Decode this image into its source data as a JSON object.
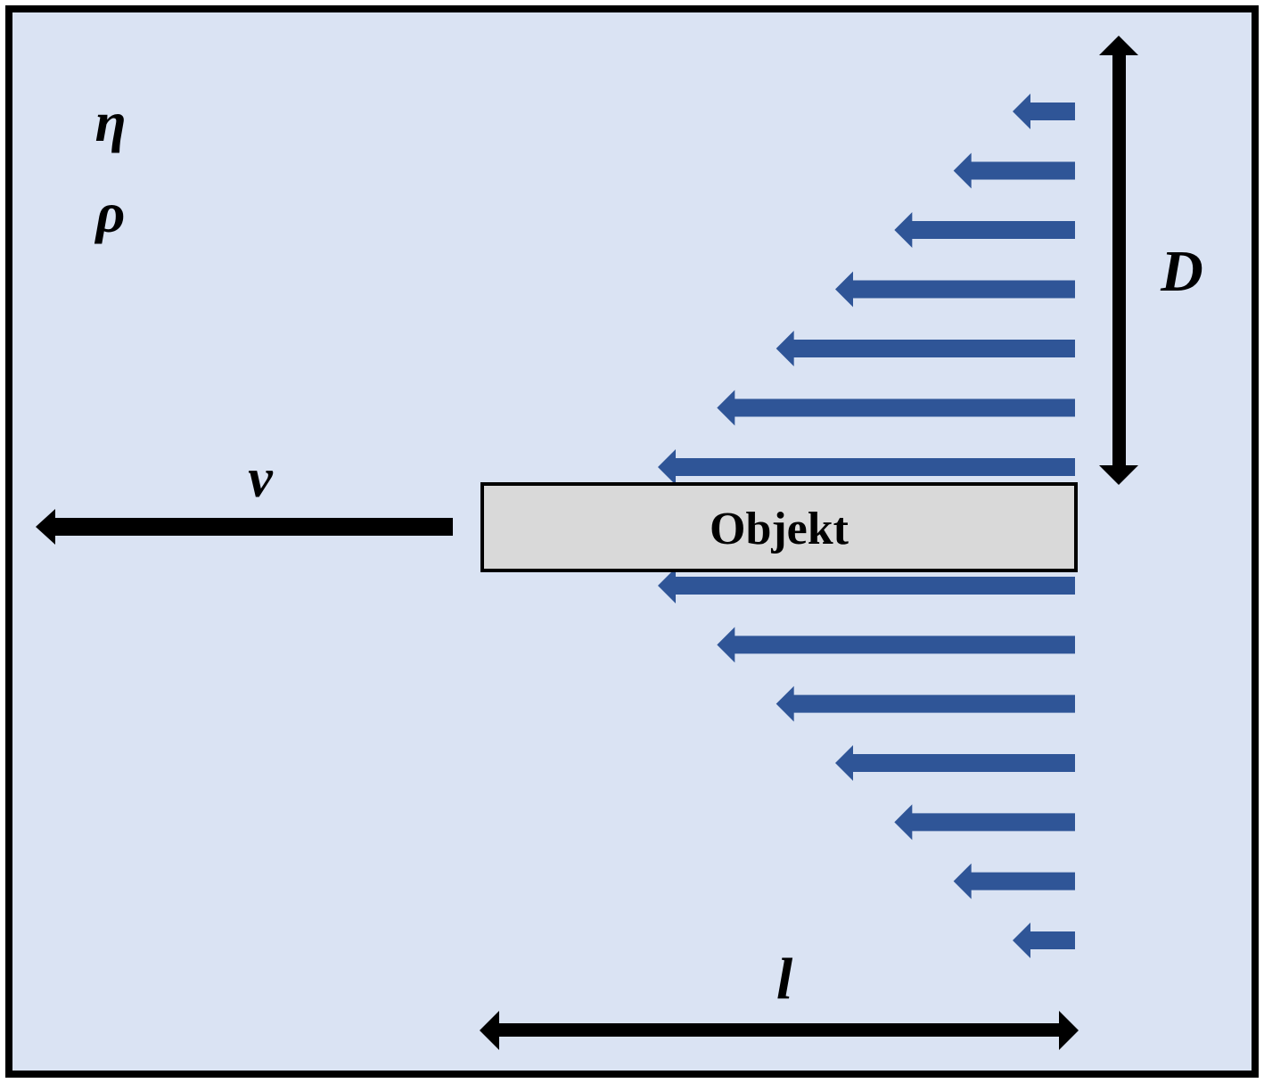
{
  "diagram": {
    "object_label": "Objekt",
    "labels": {
      "viscosity": "η",
      "density": "ρ",
      "velocity": "v",
      "boundary_layer_thickness": "D",
      "length": "l"
    },
    "colors": {
      "background": "#dae3f3",
      "frame": "#000000",
      "object_fill": "#d9d9d9",
      "flow_arrow": "#2f5597",
      "dimension_arrow": "#000000"
    },
    "flow_profile": {
      "arrows_above_object": 7,
      "arrows_below_object": 7,
      "profile_shape": "linear"
    }
  }
}
